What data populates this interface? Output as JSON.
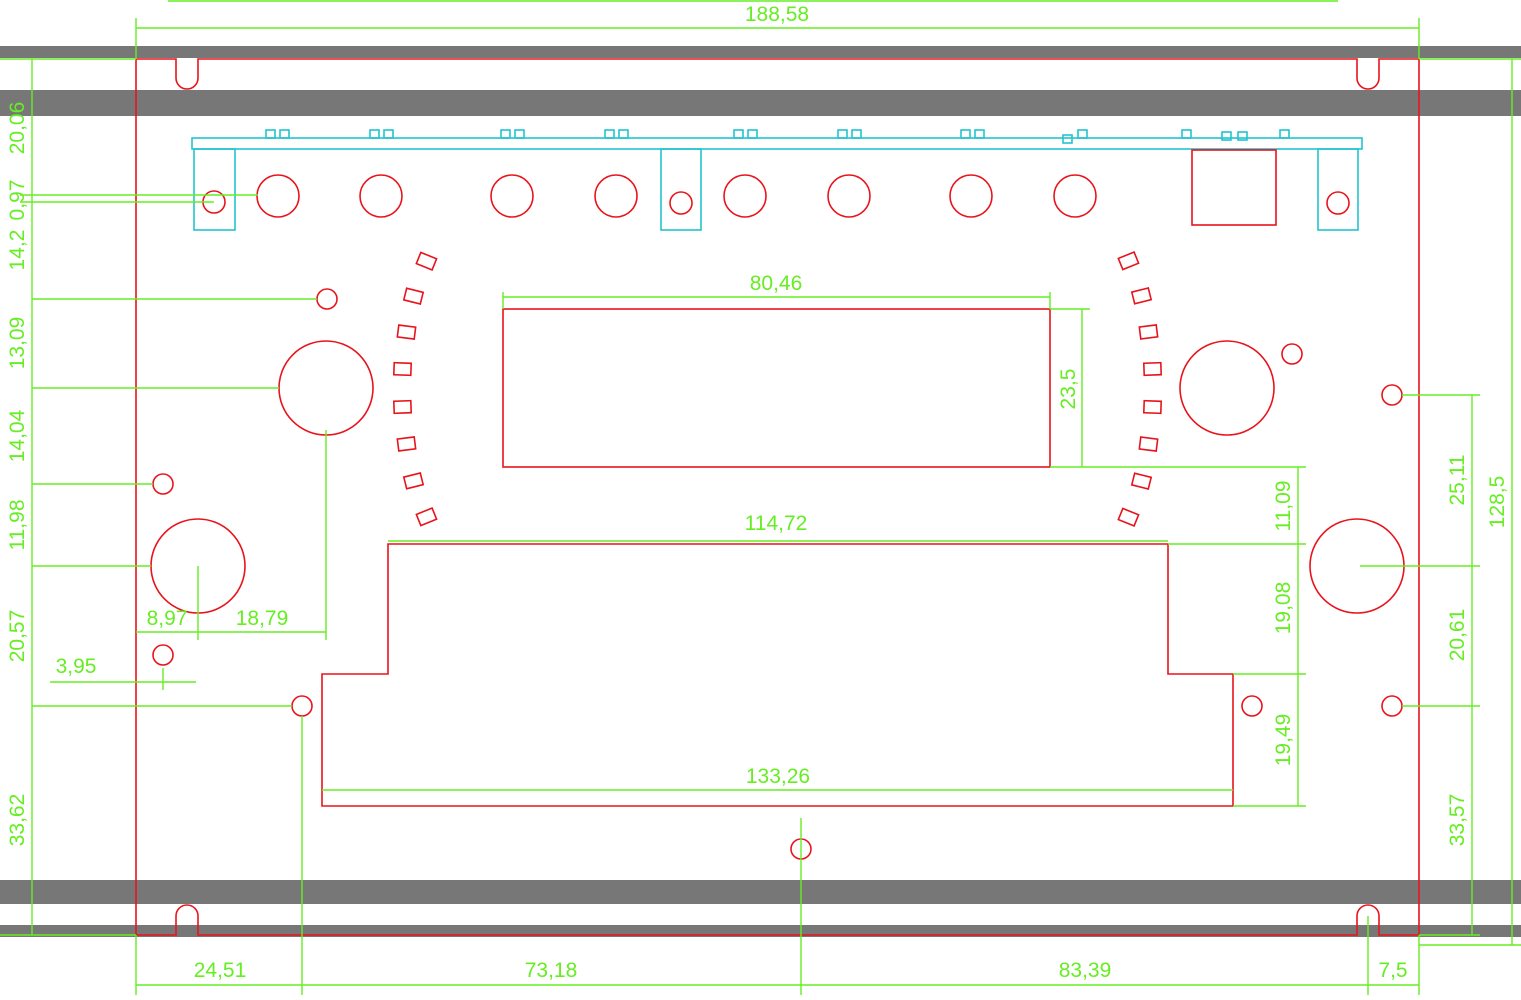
{
  "colors": {
    "outline": "#e8141c",
    "dimension": "#66ee22",
    "pcb": "#22c4d0",
    "rail": "#777777"
  },
  "dimensions": {
    "overall_width": "188,58",
    "overall_height": "128,5",
    "display_width": "80,46",
    "display_height": "23,5",
    "upper_cutout_width": "114,72",
    "lower_cutout_width": "133,26",
    "bottom_1": "24,51",
    "bottom_2": "73,18",
    "bottom_3": "83,39",
    "bottom_4": "7,5",
    "left_1": "20,06",
    "left_2": "0,97",
    "left_3": "14,2",
    "left_4": "13,09",
    "left_5": "14,04",
    "left_6": "11,98",
    "left_7": "20,57",
    "left_8": "33,62",
    "knob_offset": "8,97",
    "knob_to_pot": "18,79",
    "hole_offset": "3,95",
    "right_1": "11,09",
    "right_2": "19,08",
    "right_3": "19,49",
    "far_right_1": "25,11",
    "far_right_2": "20,61",
    "far_right_3": "33,57"
  }
}
